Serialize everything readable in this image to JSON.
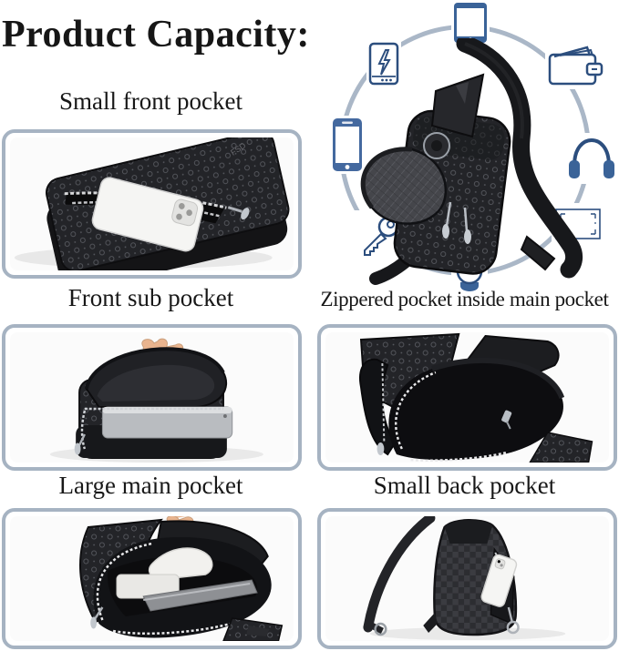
{
  "page": {
    "title": "Product Capacity:"
  },
  "diagram": {
    "icons": [
      "tablet-icon",
      "power-bank-icon",
      "wallet-icon",
      "smartphone-icon",
      "headphones-icon",
      "key-icon",
      "banknote-icon",
      "watch-icon"
    ],
    "ring_color": "#aab7c7",
    "icon_color": "#3a6398",
    "icon_dark": "#2c4e7e"
  },
  "sections": [
    {
      "label": "Small front pocket"
    },
    {
      "label": "Front sub pocket"
    },
    {
      "label": "Zippered pocket inside main pocket"
    },
    {
      "label": "Large main pocket"
    },
    {
      "label": "Small back pocket"
    }
  ],
  "colors": {
    "frame_border": "#a6b3c2",
    "text": "#181818",
    "bag_dark": "#1c1c1f"
  }
}
